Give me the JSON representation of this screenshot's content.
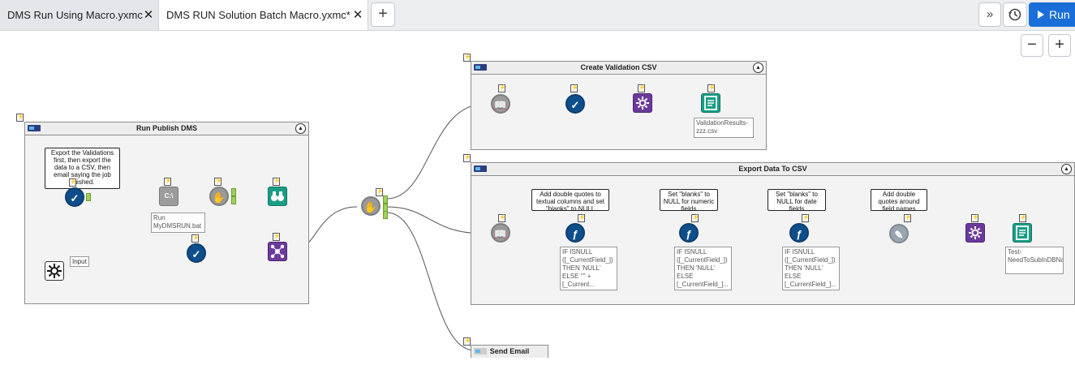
{
  "tabs": [
    {
      "label": "DMS Run Using Macro.yxmc",
      "close": "✕"
    },
    {
      "label": "DMS RUN Solution Batch Macro.yxmc*",
      "close": "✕"
    }
  ],
  "toolbar": {
    "add_tab": "+",
    "expand": "»",
    "run_label": "Run"
  },
  "zoom": {
    "out": "−",
    "in": "+"
  },
  "containers": {
    "run_publish": {
      "title": "Run Publish DMS"
    },
    "validation": {
      "title": "Create Validation CSV"
    },
    "export": {
      "title": "Export Data To CSV"
    },
    "email": {
      "title": "Send Email"
    }
  },
  "notes": {
    "export_validations": "Export the Validations first, then export the data to a CSV, then email saying the job finished.",
    "double_quotes": "Add double quotes to textual columns and set \"blanks\" to NULL",
    "blanks_numeric": "Set \"blanks\" to NULL for numeric fields",
    "blanks_date": "Set \"blanks\" to NULL for date fields",
    "double_quotes_names": "Add double quotes around field names"
  },
  "annotations": {
    "run_bat": "Run MyDMSRUN.bat",
    "input": "Input",
    "validation_file": "ValidationResults-zzz.csv",
    "formula1": "IF ISNULL ([_CurrentField_]) THEN 'NULL' ELSE '\"' + [_Current...",
    "formula2": "IF ISNULL ([_CurrentField_]) THEN 'NULL' ELSE [_CurrentField_]...",
    "formula3": "IF ISNULL ([_CurrentField_]) THEN 'NULL' ELSE [_CurrentField_]...",
    "output_file": "Test-NeedToSubInDBName.csv"
  },
  "icons": {
    "cmd_text": "C:\\"
  }
}
